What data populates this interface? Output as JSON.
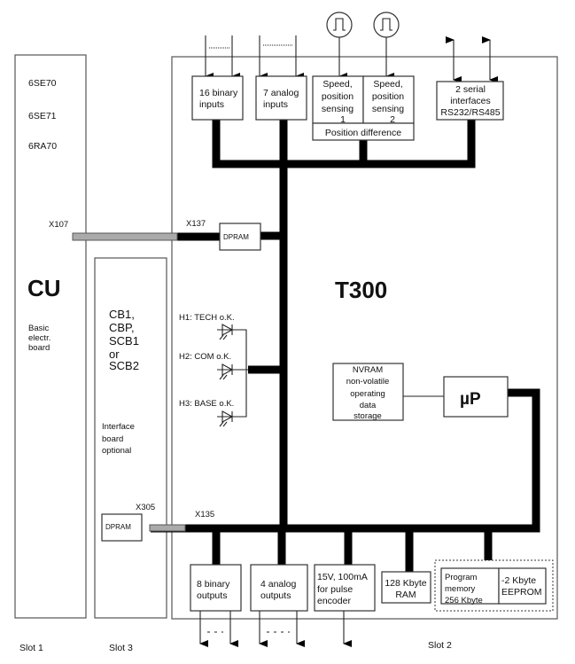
{
  "cu": {
    "models": [
      "6SE70",
      "6SE71",
      "6RA70"
    ],
    "title": "CU",
    "desc": [
      "Basic",
      "electr.",
      "board"
    ],
    "slot": "Slot 1",
    "connector": "X107"
  },
  "slot3": {
    "boards": [
      "CB1,",
      "CBP,",
      "SCB1",
      "or",
      "SCB2"
    ],
    "desc": [
      "Interface",
      "board",
      "optional"
    ],
    "slot": "Slot 3",
    "connector": "X305",
    "dpram": "DPRAM"
  },
  "t300": {
    "title": "T300",
    "slot": "Slot 2",
    "x137": "X137",
    "x135": "X135",
    "dpram": "DPRAM",
    "binary_inputs": [
      "16 binary",
      "inputs"
    ],
    "analog_inputs": [
      "7 analog",
      "inputs"
    ],
    "speed1": [
      "Speed,",
      "position",
      "sensing",
      "1"
    ],
    "speed2": [
      "Speed,",
      "position",
      "sensing",
      "2"
    ],
    "position_difference": "Position difference",
    "serial": [
      "2 serial",
      "interfaces",
      "RS232/RS485"
    ],
    "leds": [
      "H1: TECH o.K.",
      "H2: COM o.K.",
      "H3: BASE o.K."
    ],
    "nvram": [
      "NVRAM",
      "non-volatile",
      "operating",
      "data",
      "storage"
    ],
    "up": "µP",
    "binary_outputs": [
      "8 binary",
      "outputs"
    ],
    "analog_outputs": [
      "4 analog",
      "outputs"
    ],
    "pulse": [
      "15V, 100mA",
      "for pulse",
      "encoder"
    ],
    "ram": [
      "128 Kbyte",
      "RAM"
    ],
    "program": [
      "Program",
      "memory",
      "256 Kbyte"
    ],
    "eeprom": [
      "-2 Kbyte",
      "EEPROM"
    ]
  }
}
